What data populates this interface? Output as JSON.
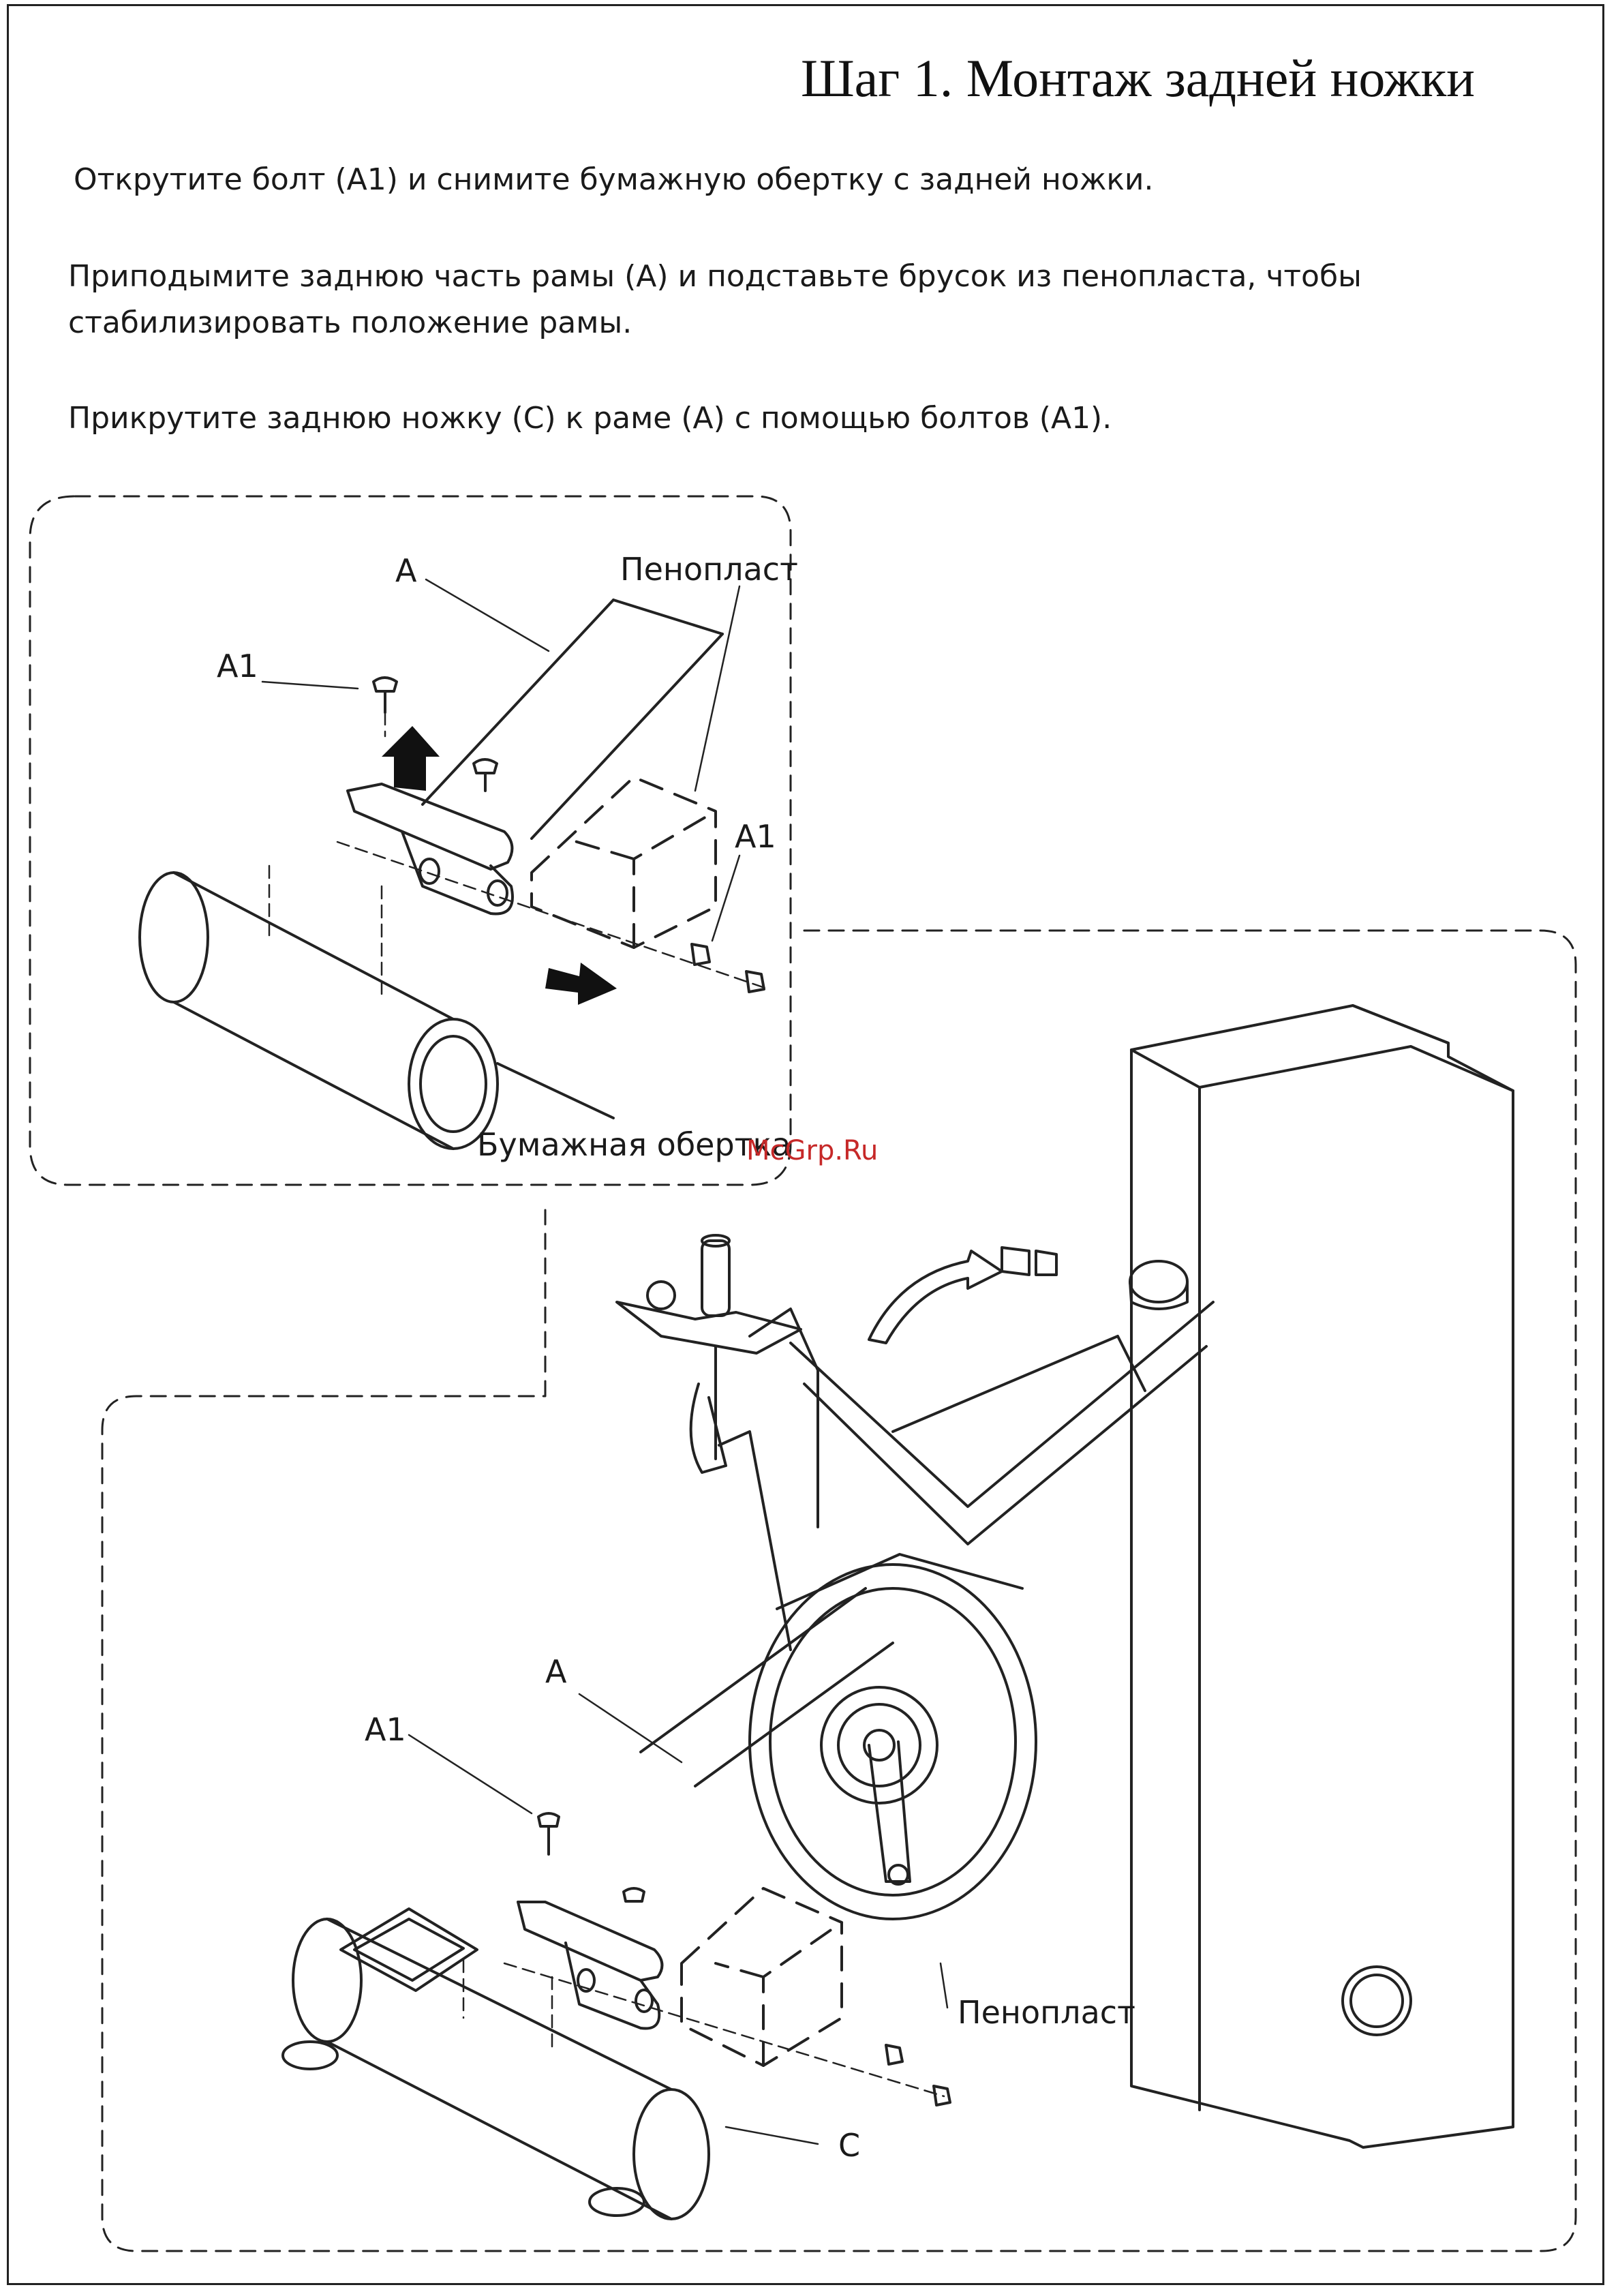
{
  "title": "Шаг 1. Монтаж задней ножки",
  "instructions": [
    "Открутите болт (A1)  и снимите бумажную обертку с задней ножки.",
    "Приподымите заднюю часть рамы (A) и подставьте брусок из пенопласта, чтобы стабилизировать положение рамы.",
    "Прикрутите заднюю ножку (C) к раме (A) с помощью болтов (A1)."
  ],
  "inset_labels": {
    "frame": "A",
    "foam": "Пенопласт",
    "bolt_top": "A1",
    "bolt_right": "A1",
    "paper": "Бумажная обертка"
  },
  "main_labels": {
    "frame": "A",
    "bolt": "A1",
    "foam": "Пенопласт",
    "leg": "C"
  },
  "watermark": "McGrp.Ru"
}
